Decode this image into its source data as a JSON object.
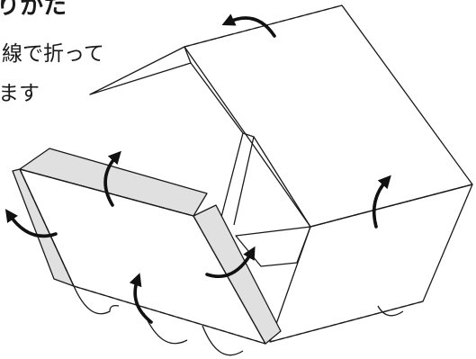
{
  "text": {
    "line1": "りかた",
    "line2": "線で折って",
    "line3": "ます"
  },
  "icons": {
    "fold_arrow": "curved-arrow-icon"
  },
  "colors": {
    "line": "#1a1a1a",
    "flap_fill": "#e0e0e0",
    "background": "#ffffff"
  }
}
